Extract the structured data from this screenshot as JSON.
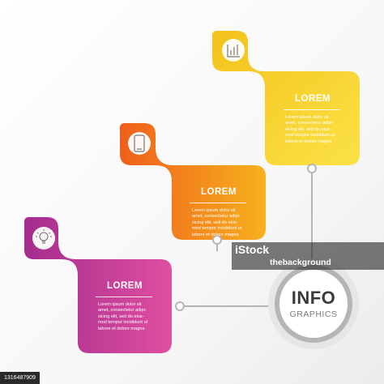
{
  "cards": [
    {
      "id": "top",
      "title": "LOREM",
      "body": [
        "Lorem ipsum dolor sit",
        "amet, consectetur adipi-",
        "sicing elit, sed do eius-",
        "mod tempor incididunt ut",
        "labore et dolore magna"
      ],
      "icon": "bar-chart-icon",
      "gradient": [
        "#f3c21b",
        "#fbe246"
      ]
    },
    {
      "id": "middle",
      "title": "LOREM",
      "body": [
        "Lorem ipsum dolor sit",
        "amet, consectetur adipi-",
        "sicing elit, sed do eius-",
        "mod tempor incididunt ut",
        "labore et dolore magna"
      ],
      "icon": "smartphone-icon",
      "gradient": [
        "#ef6a1e",
        "#f7b11e"
      ]
    },
    {
      "id": "bottom",
      "title": "LOREM",
      "body": [
        "Lorem ipsum dolor sit",
        "amet, consectetur adipi-",
        "sicing elit, sed do eius-",
        "mod tempor incididunt ut",
        "labore et dolore magna"
      ],
      "icon": "lightbulb-icon",
      "gradient": [
        "#9c2c8c",
        "#e04fa0"
      ]
    }
  ],
  "center": {
    "title": "INFO",
    "subtitle": "GRAPHICS"
  },
  "watermark": {
    "logo": "iStock",
    "credit_line": "thebackground"
  },
  "stock_id": "1316487909"
}
